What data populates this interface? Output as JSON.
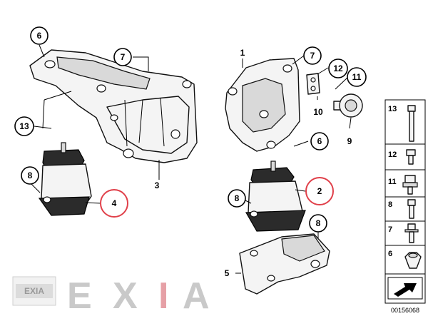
{
  "callouts": {
    "c1": "1",
    "c2": "2",
    "c3": "3",
    "c4": "4",
    "c5": "5",
    "c6a": "6",
    "c6b": "6",
    "c7a": "7",
    "c7b": "7",
    "c8a": "8",
    "c8b": "8",
    "c8c": "8",
    "c9": "9",
    "c10": "10",
    "c11": "11",
    "c12": "12",
    "c13": "13"
  },
  "legend": {
    "items": [
      "13",
      "12",
      "11",
      "8",
      "7",
      "6"
    ]
  },
  "diagram_code": "00156068",
  "watermark": {
    "logo_text": "EXIA",
    "letters": [
      "E",
      "X",
      "I",
      "A"
    ]
  },
  "colors": {
    "highlight": "#e0404a",
    "line": "#000000",
    "watermark": "#c9c9c9"
  }
}
